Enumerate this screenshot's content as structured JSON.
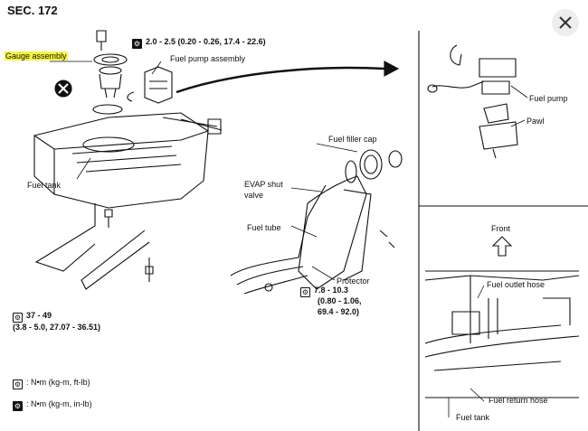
{
  "section": "SEC. 172",
  "close_icon": "close-icon",
  "colors": {
    "highlight": "#f5f542",
    "line": "#111111"
  },
  "labels": {
    "gauge_assembly": "Gauge assembly",
    "fuel_pump_assembly": "Fuel pump assembly",
    "fuel_tank_main": "Fuel tank",
    "fuel_filler_cap": "Fuel filler cap",
    "evap_line1": "EVAP shut",
    "evap_line2": "valve",
    "fuel_tube": "Fuel tube",
    "protector": "Protector",
    "fuel_pump": "Fuel pump",
    "pawl": "Pawl",
    "front": "Front",
    "fuel_outlet_hose": "Fuel outlet hose",
    "fuel_return_hose": "Fuel return hose",
    "fuel_tank_detail": "Fuel tank"
  },
  "torque": {
    "top": "2.0 - 2.5 (0.20 - 0.26, 17.4 - 22.6)",
    "left_line1": "37 - 49",
    "left_line2": "(3.8 - 5.0, 27.07 - 36.51)",
    "mid_line1": "7.8 - 10.3",
    "mid_line2": "(0.80 - 1.06,",
    "mid_line3": "69.4 - 92.0)"
  },
  "legend": [
    {
      "icon": "torque-wrench-icon",
      "text": ": N•m (kg-m, ft-lb)"
    },
    {
      "icon": "torque-wrench-filled-icon",
      "text": ": N•m (kg-m, in-lb)"
    }
  ]
}
